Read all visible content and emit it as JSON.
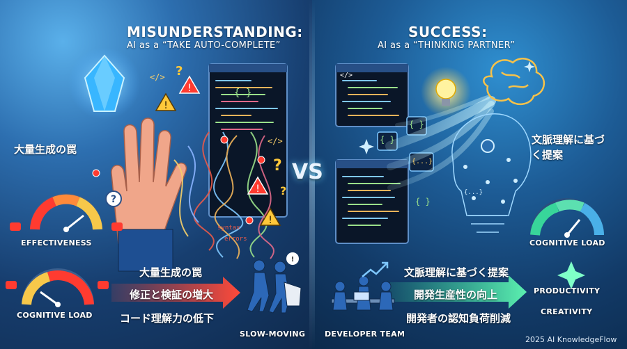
{
  "left": {
    "title": "MISUNDERSTANDING:",
    "subtitle": "AI as a “TAKE AUTO-COMPLETE”",
    "side_label": "大量生成の罠",
    "gauge_top_label": "EFFECTIVENESS",
    "gauge_bottom_label": "COGNITIVE LOAD",
    "points": [
      "大量生成の罠",
      "修正と検証の増大",
      "コード理解力の低下"
    ],
    "outcome_label": "SLOW-MOVING",
    "code_snippets": [
      "</>",
      "{ }",
      "syntax",
      "errors",
      "?"
    ]
  },
  "vs_label": "VS",
  "right": {
    "title": "SUCCESS:",
    "subtitle": "AI as a “THINKING PARTNER”",
    "side_label": "文脈理解に基づく提案",
    "gauge_label": "COGNITIVE LOAD",
    "team_label": "DEVELOPER TEAM",
    "points": [
      "文脈理解に基づく提案",
      "開発生産性の向上",
      "開発者の認知負荷削減"
    ],
    "outcome_labels": [
      "PRODUCTIVITY",
      "CREATIVITY"
    ],
    "code_snippets": [
      "</>",
      "{ }",
      "{ }",
      "{...}",
      "{ }",
      "{...}"
    ]
  },
  "footer": "2025 AI KnowledgeFlow",
  "colors": {
    "accent_left": "#e8453c",
    "accent_right": "#38d69a",
    "glow": "#7fe0ff"
  },
  "icons": [
    "crystal-icon",
    "hand-icon",
    "warning-icon",
    "question-icon",
    "error-icon",
    "alarm-icon",
    "lightbulb-icon",
    "brain-icon",
    "sparkle-icon",
    "arrow-right-icon"
  ]
}
